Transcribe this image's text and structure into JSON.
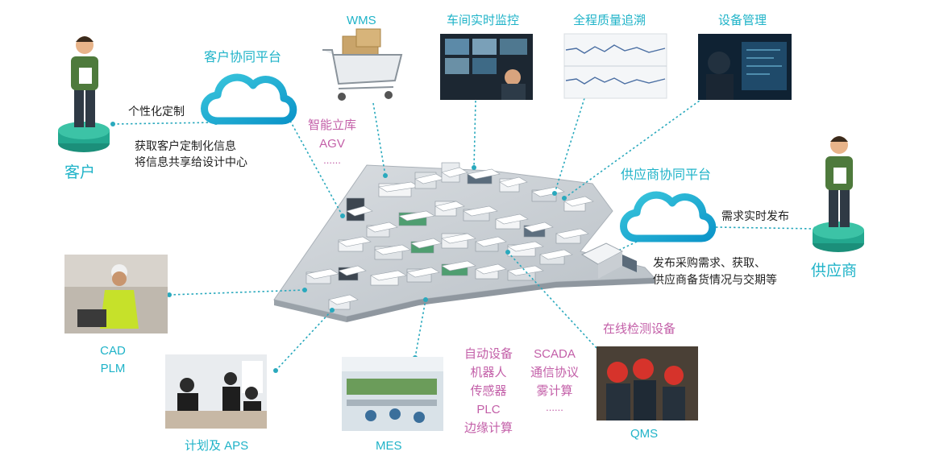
{
  "customer": {
    "name": "客户",
    "platform": "客户协同平台",
    "link_label": "个性化定制",
    "desc_line1": "获取客户定制化信息",
    "desc_line2": "将信息共享给设计中心"
  },
  "supplier": {
    "name": "供应商",
    "platform": "供应商协同平台",
    "link_label": "需求实时发布",
    "desc_line1": "发布采购需求、获取、",
    "desc_line2": "供应商备货情况与交期等"
  },
  "top": {
    "wms": "WMS",
    "monitor": "车间实时监控",
    "quality": "全程质量追溯",
    "equipment": "设备管理"
  },
  "warehouse": {
    "items": [
      "智能立库",
      "AGV",
      "......"
    ]
  },
  "left": {
    "cad": "CAD",
    "plm": "PLM",
    "aps": "计划及 APS"
  },
  "bottom": {
    "mes": "MES",
    "col1": [
      "自动设备",
      "机器人",
      "传感器",
      "PLC",
      "边缘计算"
    ],
    "col2": [
      "SCADA",
      "通信协议",
      "雾计算",
      "......"
    ],
    "inspection": "在线检测设备",
    "qms": "QMS"
  },
  "colors": {
    "teal": "#1fb3c8",
    "pink": "#c35fa8",
    "line": "#2aa9bd"
  }
}
